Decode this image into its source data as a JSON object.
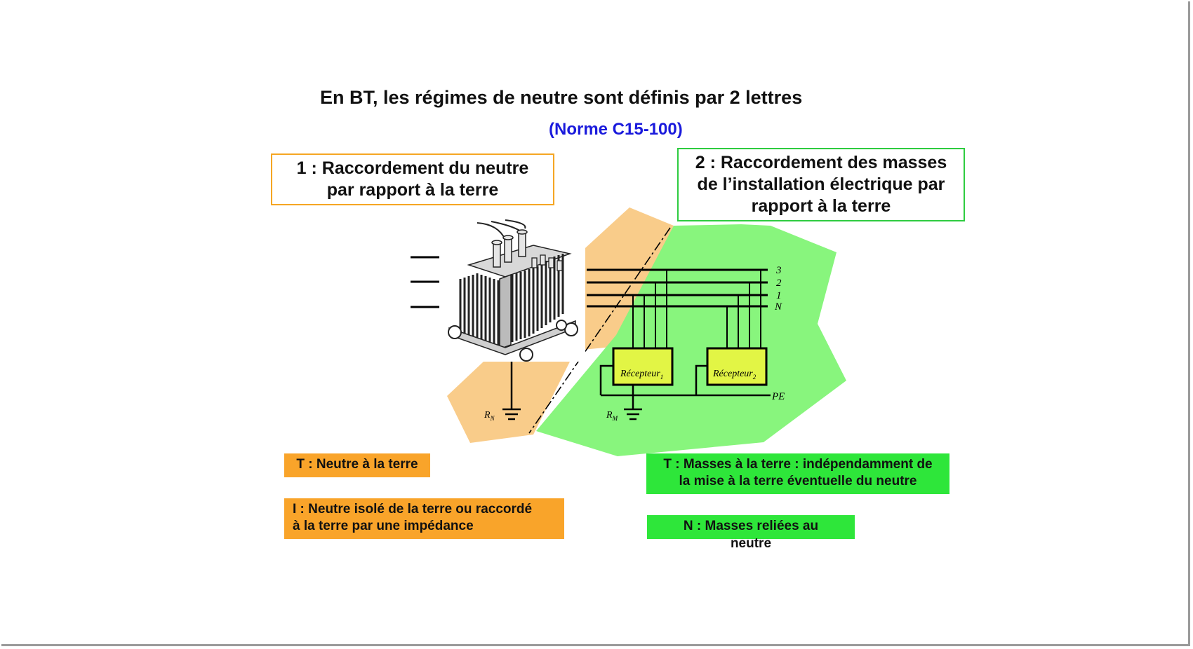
{
  "title": "En BT, les régimes de neutre sont définis par 2 lettres",
  "norme": "(Norme C15-100)",
  "box1": {
    "line1": "1 : Raccordement du neutre",
    "line2": "par rapport à la terre"
  },
  "box2": {
    "line1": "2 : Raccordement des masses",
    "line2": "de l’installation électrique par",
    "line3": "rapport à la terre"
  },
  "tags": {
    "t_neutre": "T : Neutre à la terre",
    "i_line1": "I : Neutre isolé de la terre ou raccordé",
    "i_line2": "à la terre par une impédance",
    "t_masses_line1": "T : Masses à la terre : indépendamment de",
    "t_masses_line2": "la mise à la terre éventuelle du neutre",
    "n_line1": "N : Masses reliées au",
    "n_line2": "neutre"
  },
  "diagram": {
    "phase3": "3",
    "phase2": "2",
    "phase1": "1",
    "neutral": "N",
    "receptor1": "Récepteur",
    "receptor1_sub": "1",
    "receptor2": "Récepteur",
    "receptor2_sub": "2",
    "pe": "PE",
    "rn": "R",
    "rn_sub": "N",
    "rm": "R",
    "rm_sub": "M"
  },
  "colors": {
    "orange_zone": "#f9cc8a",
    "green_zone": "#88f57d",
    "orange_tag": "#f9a42a",
    "green_tag": "#2ee63a",
    "receptor_fill": "#e2f545",
    "norme_blue": "#1a1adc"
  }
}
